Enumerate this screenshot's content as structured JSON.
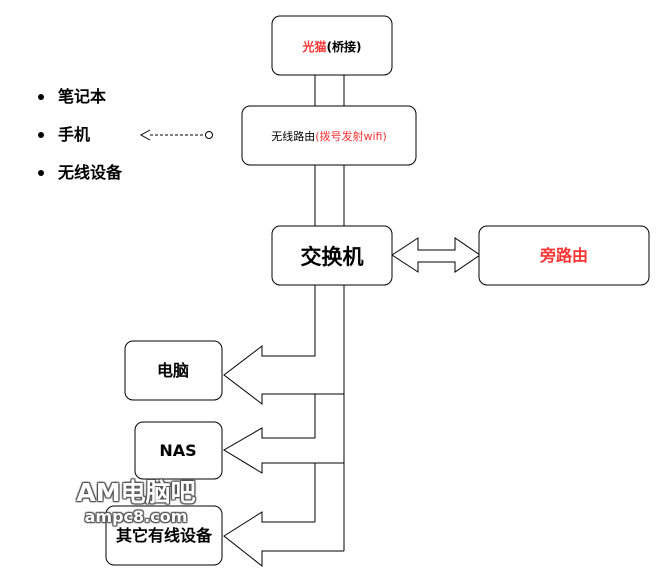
{
  "nodes": {
    "modem": {
      "label_red": "光猫",
      "label_black": "(桥接)"
    },
    "wireless_router": {
      "label_black": "无线路由",
      "label_red": "(拨号发射wifi)"
    },
    "switch": {
      "label": "交换机"
    },
    "side_router": {
      "label": "旁路由"
    },
    "pc": {
      "label": "电脑"
    },
    "nas": {
      "label": "NAS"
    },
    "other_wired": {
      "label": "其它有线设备"
    }
  },
  "wireless_devices": [
    "笔记本",
    "手机",
    "无线设备"
  ],
  "watermark": {
    "line1": "AM电脑吧",
    "line2": "ampc8.com"
  },
  "colors": {
    "accent_red": "#ff3333",
    "stroke": "#000000",
    "fill": "#ffffff"
  }
}
